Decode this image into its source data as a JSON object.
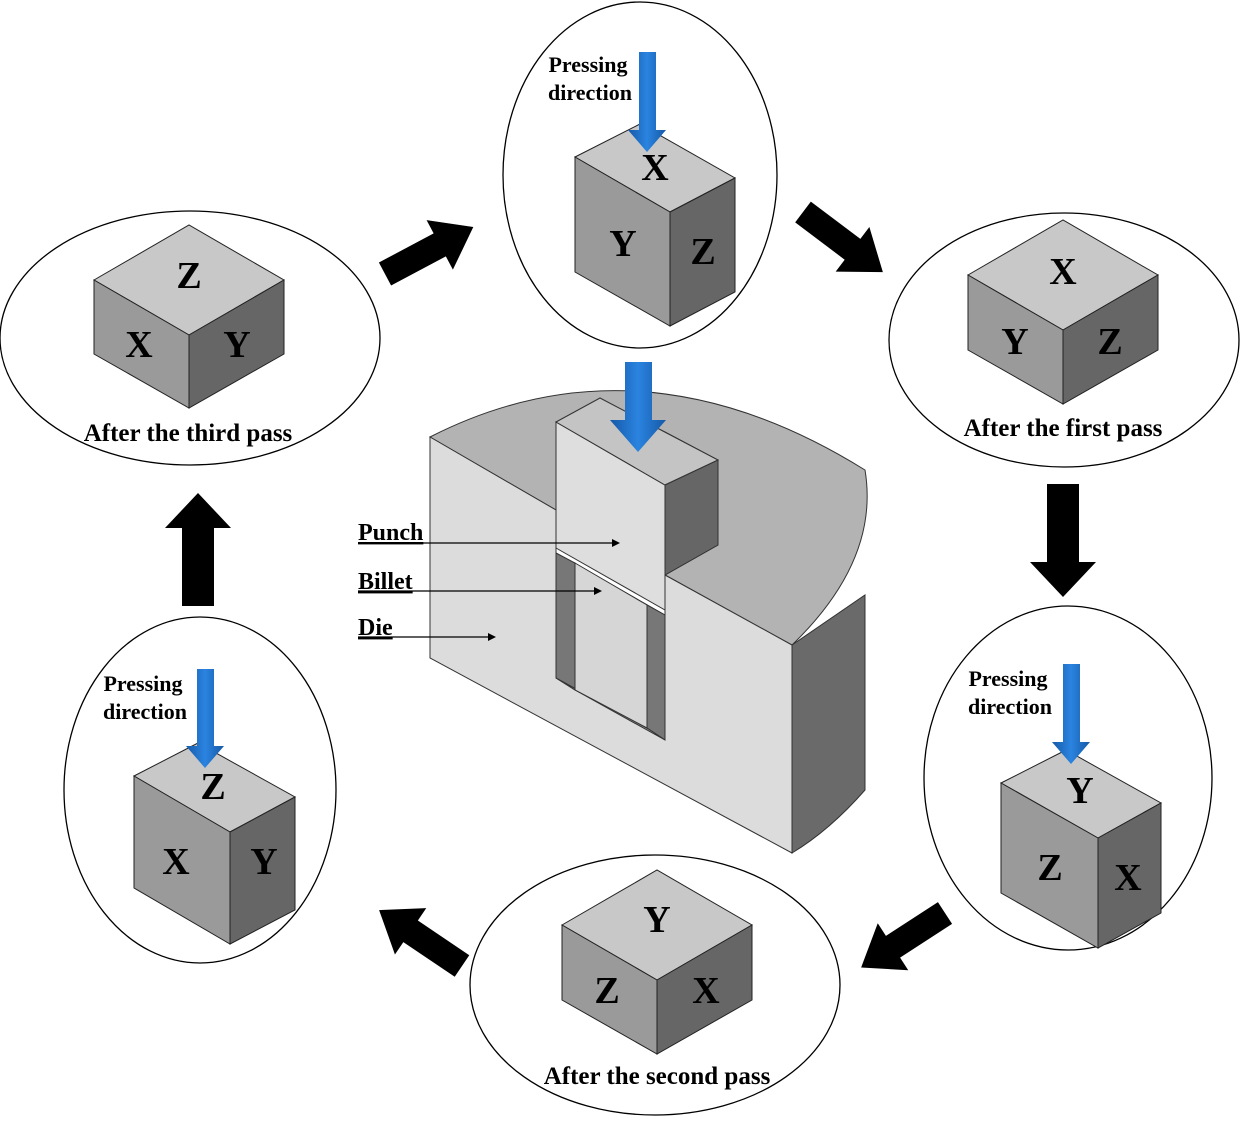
{
  "colors": {
    "pressing_arrow": "#1f6fc5",
    "cube_top": "#c8c8c8",
    "cube_left": "#9a9a9a",
    "cube_right": "#666666",
    "die": "#d9d9d9"
  },
  "pressing_label": {
    "line1": "Pressing",
    "line2": "direction"
  },
  "stages": {
    "initial": {
      "top": "X",
      "left": "Y",
      "right": "Z"
    },
    "first": {
      "top": "X",
      "left": "Y",
      "right": "Z",
      "caption": "After the first pass"
    },
    "press2": {
      "top": "Y",
      "left": "Z",
      "right": "X"
    },
    "second": {
      "top": "Y",
      "left": "Z",
      "right": "X",
      "caption": "After the second pass"
    },
    "press3": {
      "top": "Z",
      "left": "X",
      "right": "Y"
    },
    "third": {
      "top": "Z",
      "left": "X",
      "right": "Y",
      "caption": "After the third pass"
    }
  },
  "die_labels": {
    "punch": "Punch",
    "billet": "Billet",
    "die": "Die"
  }
}
